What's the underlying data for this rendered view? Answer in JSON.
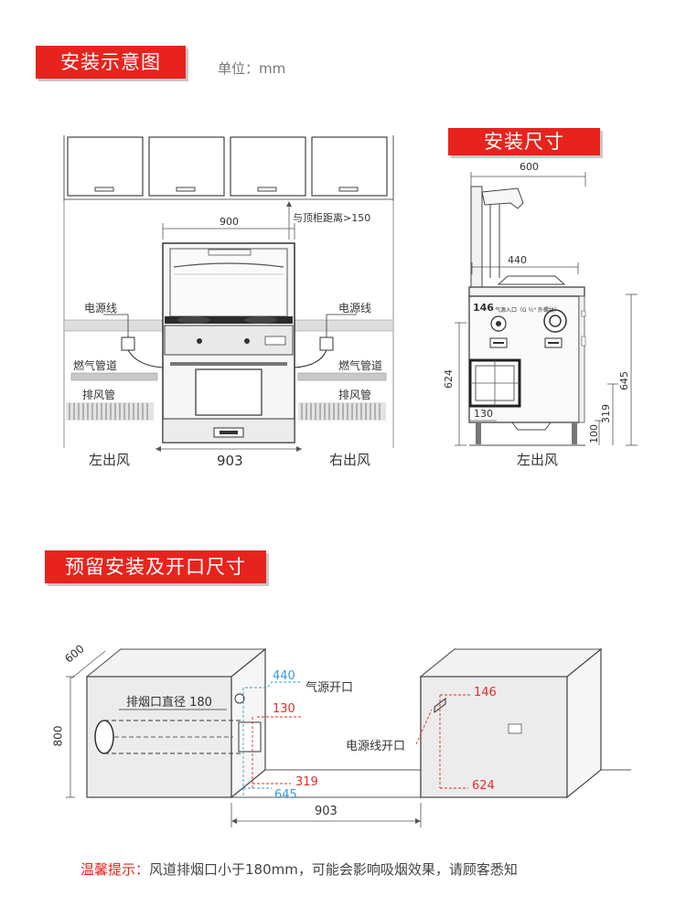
{
  "header": {
    "title": "安装示意图",
    "unit": "单位：mm"
  },
  "front_view": {
    "label_900": "900",
    "label_top_cabinet": "与顶柜距离>150",
    "label_power_left": "电源线",
    "label_power_right": "电源线",
    "label_gas_left": "燃气管道",
    "label_gas_right": "燃气管道",
    "label_exhaust_left": "排风管",
    "label_exhaust_right": "排风管",
    "label_width": "903",
    "label_left_outlet": "左出风",
    "label_right_outlet": "右出风"
  },
  "side_view": {
    "title": "安装尺寸",
    "label_600": "600",
    "label_440": "440",
    "label_146": "146",
    "label_gas_inlet": "气源入口（G ½\" 外螺纹）",
    "label_624": "624",
    "label_645": "645",
    "label_130": "130",
    "label_319": "319",
    "label_100": "100",
    "label_left_outlet": "左出风"
  },
  "reserve": {
    "title": "预留安装及开口尺寸",
    "label_600": "600",
    "label_800": "800",
    "label_exhaust": "排烟口直径 180",
    "label_440": "440",
    "label_gas_opening": "气源开口",
    "label_130": "130",
    "label_319": "319",
    "label_645": "645",
    "label_903": "903",
    "label_146": "146",
    "label_power_opening": "电源线开口",
    "label_624": "624"
  },
  "tip": {
    "prefix": "温馨提示：",
    "text": "风道排烟口小于180mm，可能会影响吸烟效果，请顾客悉知"
  },
  "colors": {
    "brand_red": "#e8231d",
    "dim_blue": "#3a9ad9",
    "dim_red": "#e0302a"
  }
}
